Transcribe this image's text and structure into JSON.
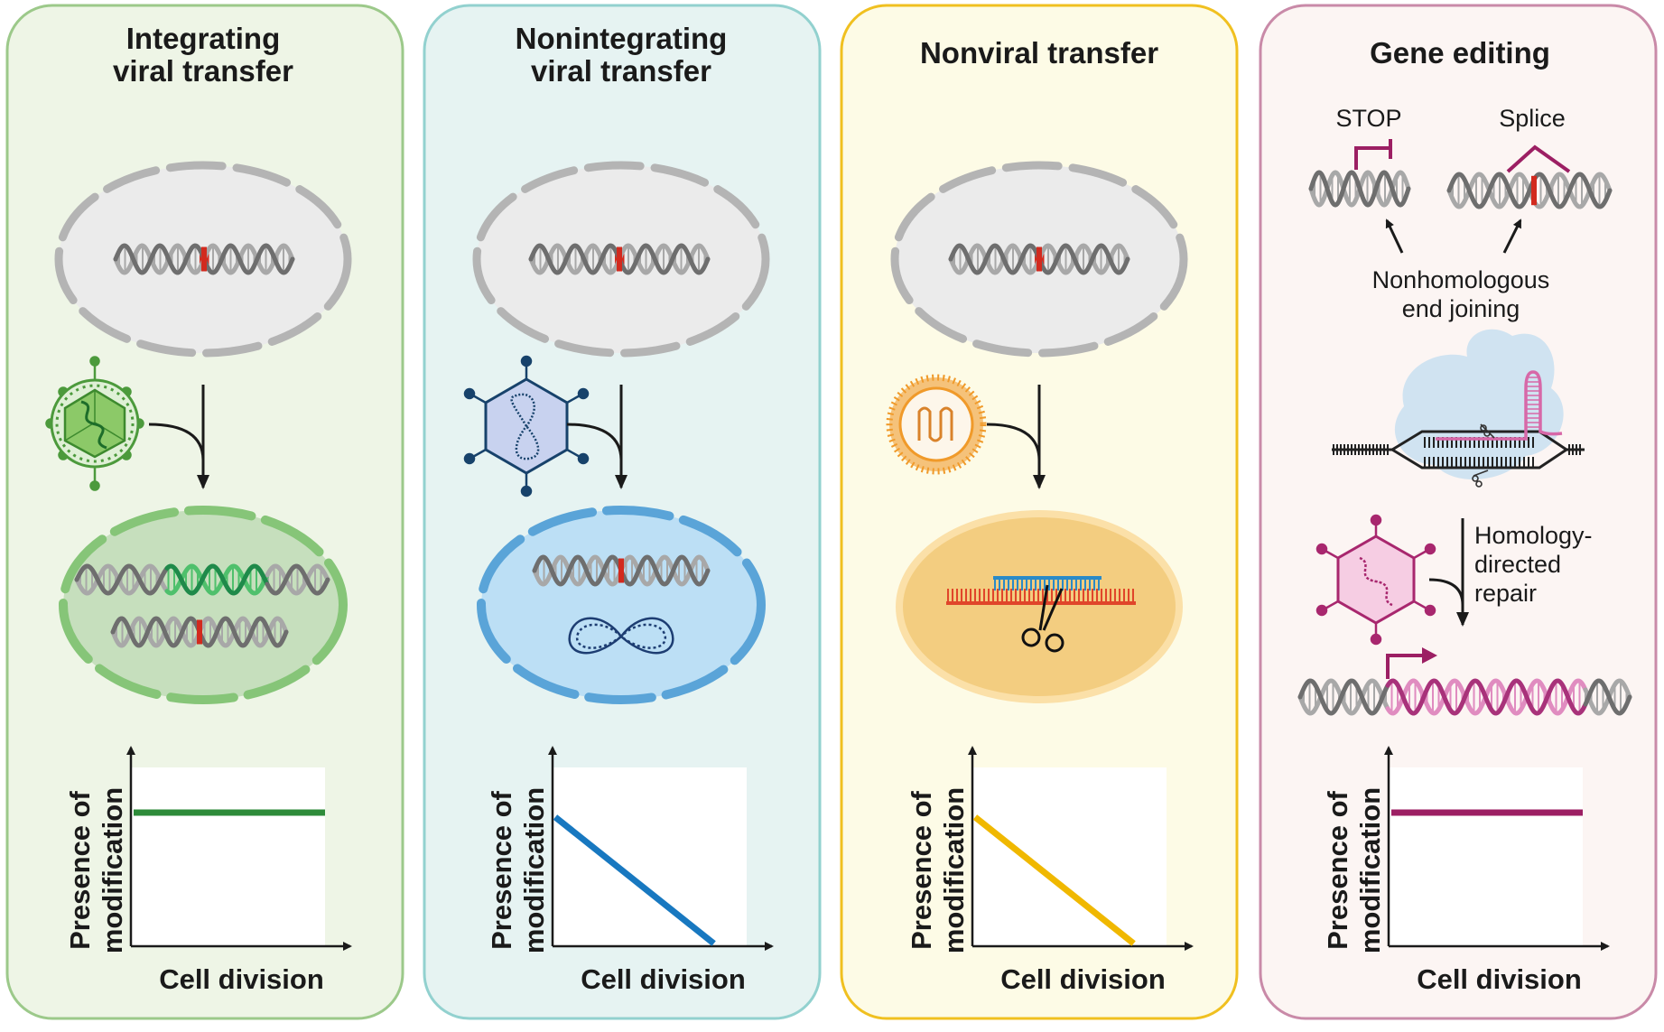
{
  "panels": [
    {
      "title_1": "Integrating",
      "title_2": "viral transfer",
      "fill": "#eef5e6",
      "stroke": "#9cc98a",
      "line_color": "#2e8b3a",
      "y_label_1": "Presence of",
      "y_label_2": "modification",
      "x_label": "Cell division",
      "trend": "constant"
    },
    {
      "title_1": "Nonintegrating",
      "title_2": "viral transfer",
      "fill": "#e6f3f2",
      "stroke": "#92d1cf",
      "line_color": "#1878c0",
      "y_label_1": "Presence of",
      "y_label_2": "modification",
      "x_label": "Cell division",
      "trend": "decreasing"
    },
    {
      "title_1": "Nonviral transfer",
      "title_2": "",
      "fill": "#fdfbe6",
      "stroke": "#f0c020",
      "line_color": "#f0b800",
      "y_label_1": "Presence of",
      "y_label_2": "modification",
      "x_label": "Cell division",
      "trend": "decreasing"
    },
    {
      "title_1": "Gene editing",
      "title_2": "",
      "fill": "#fcf5f3",
      "stroke": "#c98aa8",
      "line_color": "#9c1f63",
      "y_label_1": "Presence of",
      "y_label_2": "modification",
      "x_label": "Cell division",
      "trend": "constant"
    }
  ],
  "gene_editing": {
    "stop_label": "STOP",
    "splice_label": "Splice",
    "nhej_line1": "Nonhomologous",
    "nhej_line2": "end joining",
    "hdr_line1": "Homology-",
    "hdr_line2": "directed",
    "hdr_line3": "repair"
  },
  "colors": {
    "dna_gray": "#a8a8a8",
    "dna_dark": "#6e6e6e",
    "mutation_red": "#d22a1e",
    "nucleus_gray": "#ebebeb",
    "nucleus_dash": "#b4b4b4"
  }
}
